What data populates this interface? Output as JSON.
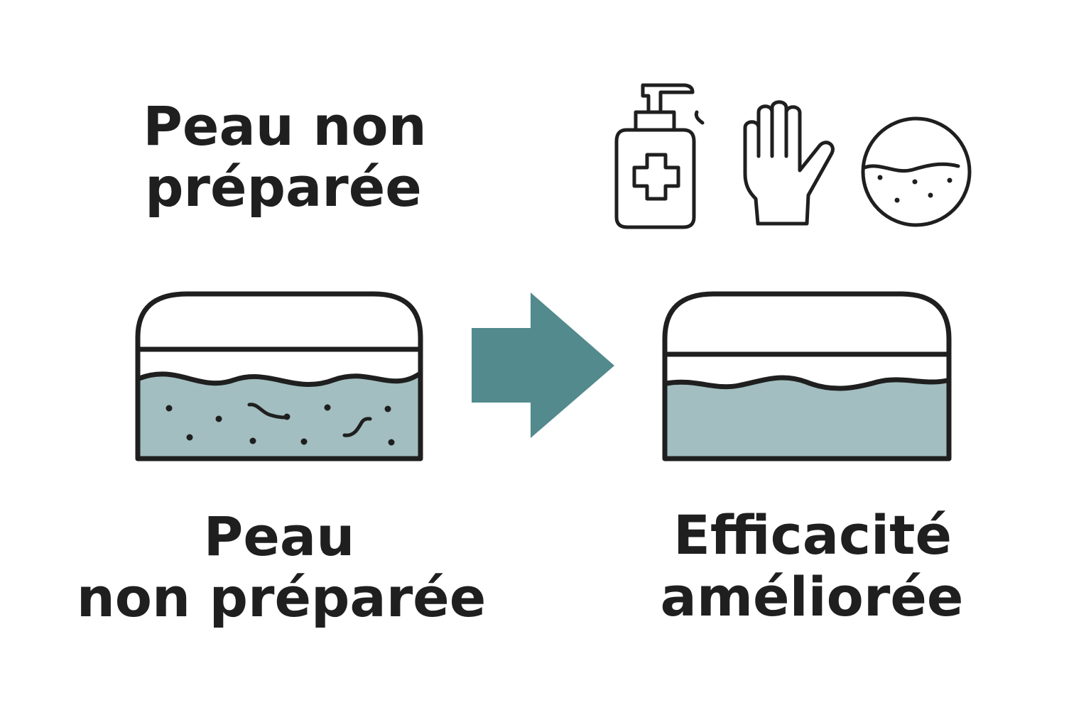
{
  "top_left_label": {
    "line1": "Peau non",
    "line2": "préparée"
  },
  "bottom_left_label": {
    "line1": "Peau",
    "line2": "non préparée"
  },
  "bottom_right_label": {
    "line1": "Efficacité",
    "line2": "améliorée"
  },
  "icons": {
    "sanitizer": "hand-sanitizer-icon",
    "hand": "hand-icon",
    "skin": "skin-circle-icon",
    "arrow": "arrow-right-icon"
  },
  "colors": {
    "ink": "#1f1f1f",
    "skin_fill": "#a2bec0",
    "arrow": "#528a8d"
  }
}
